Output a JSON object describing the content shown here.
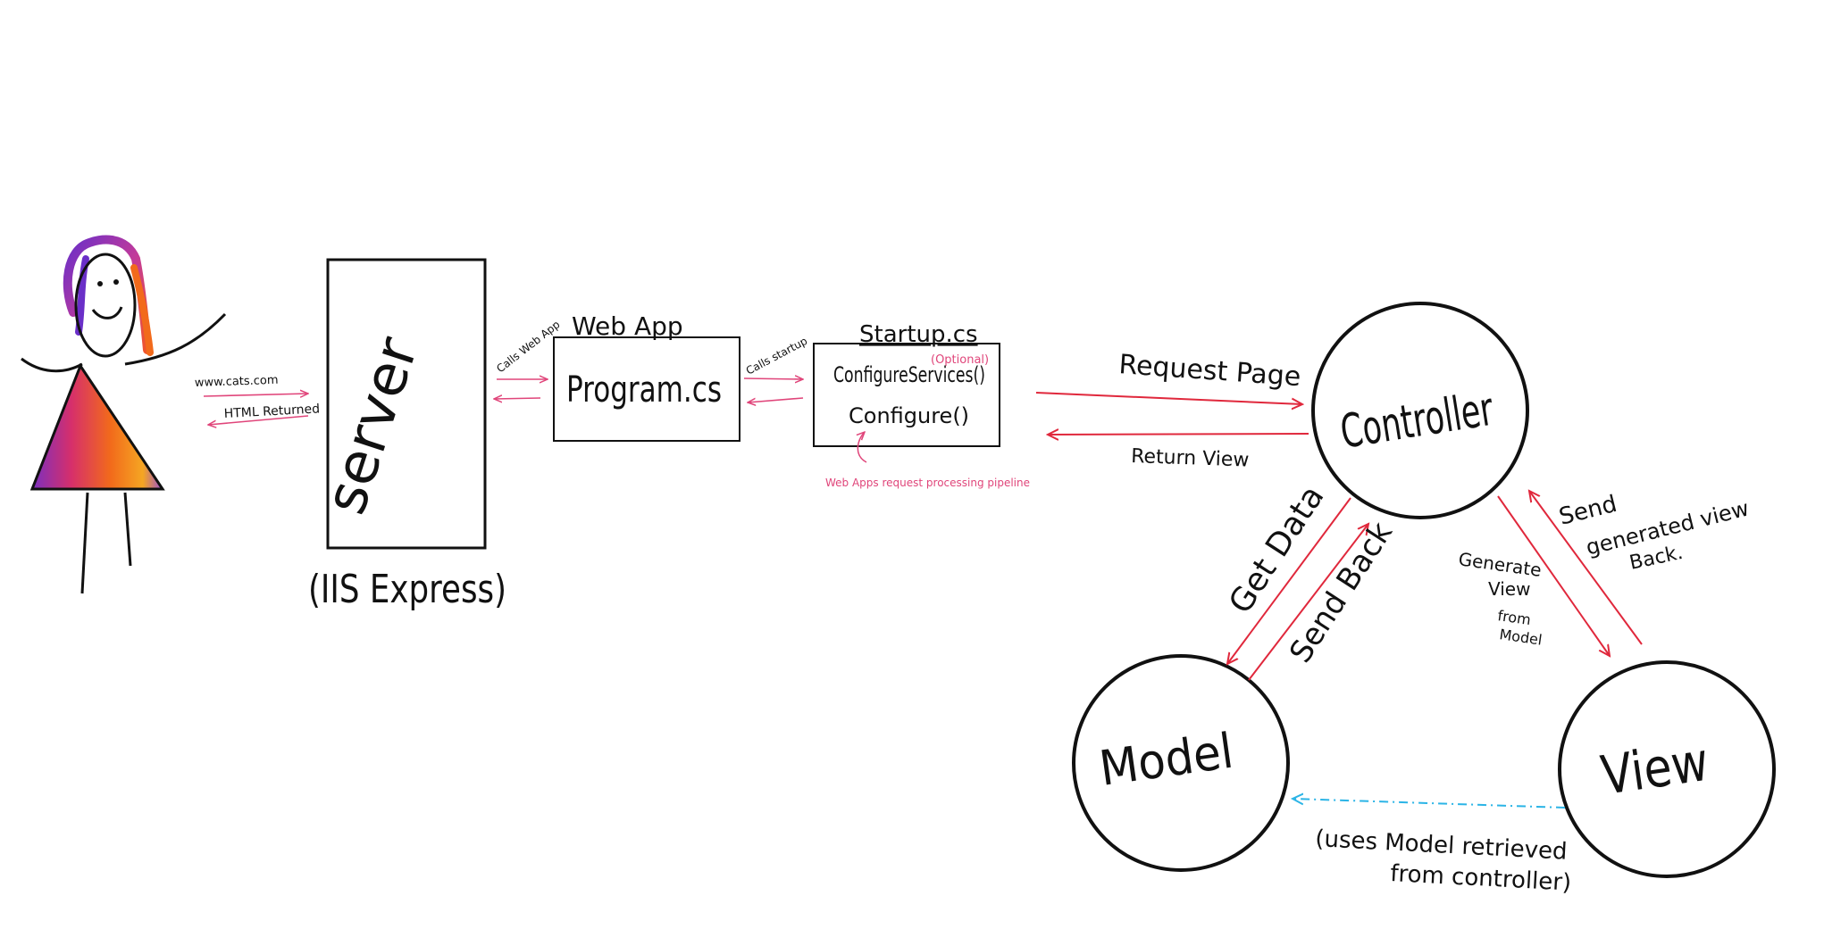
{
  "colors": {
    "ink": "#111111",
    "accent_pink": "#e0457a",
    "accent_red": "#e0283c",
    "accent_cyan": "#2bb4e6",
    "figure_rainbow": [
      "#7b2fbf",
      "#d62f6b",
      "#f26a1b",
      "#f5a623",
      "#e8c12a"
    ]
  },
  "figure": {
    "name": "stick-figure-user"
  },
  "request_labels": {
    "url": "www.cats.com",
    "html_returned": "HTML Returned"
  },
  "server": {
    "label": "server",
    "caption": "(IIS Express)"
  },
  "calls_web_app": "Calls Web App",
  "web_app": {
    "title": "Web App",
    "box_label": "Program.cs"
  },
  "calls_startup": "Calls startup",
  "startup": {
    "title": "Startup.cs",
    "configure_services": "ConfigureServices()",
    "optional": "(Optional)",
    "configure": "Configure()",
    "pipeline_note": "Web Apps request processing pipeline"
  },
  "controller_arrows": {
    "request_page": "Request Page",
    "return_view": "Return View"
  },
  "mvc": {
    "controller": "Controller",
    "model": "Model",
    "view": "View",
    "get_data": "Get Data",
    "send_back": "Send Back",
    "generate_view": [
      "Generate",
      "View",
      "from",
      "Model"
    ],
    "send_generated_view": [
      "Send",
      "generated view",
      "Back."
    ],
    "uses_model": [
      "(uses Model retrieved",
      "from controller)"
    ]
  }
}
